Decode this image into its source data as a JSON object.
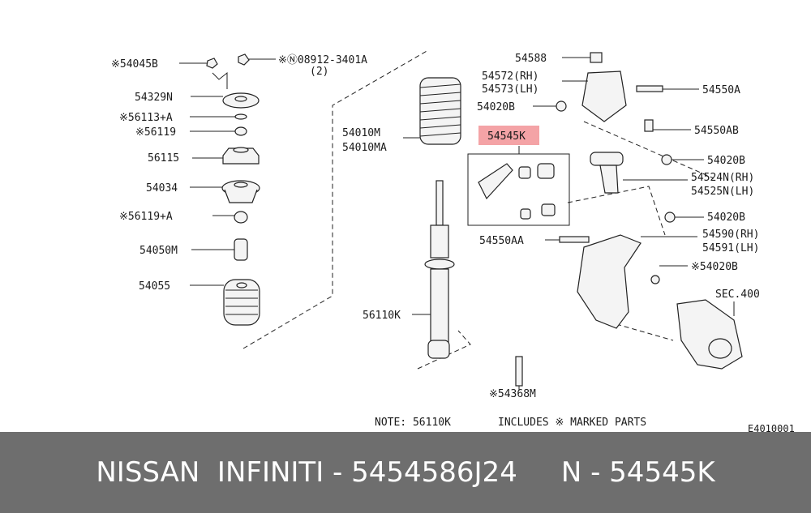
{
  "labels": {
    "p54045B": "※54045B",
    "p08912": "※Ⓝ08912-3401A",
    "p08912qty": "(2)",
    "p54329N": "54329N",
    "p56113A": "※56113+A",
    "p56119": "※56119",
    "p56115": "56115",
    "p54034": "54034",
    "p56119A": "※56119+A",
    "p54050M": "54050M",
    "p54055": "54055",
    "p54010M": "54010M",
    "p54010MA": "54010MA",
    "p56110K": "56110K",
    "p54545K": "54545K",
    "p54588": "54588",
    "p54572": "54572(RH)",
    "p54573": "54573(LH)",
    "p54020B_1": "54020B",
    "p54550A": "54550A",
    "p54550AB": "54550AB",
    "p54020B_2": "54020B",
    "p54524N": "54524N(RH)",
    "p54525N": "54525N(LH)",
    "p54020B_3": "54020B",
    "p54550AA": "54550AA",
    "p54590": "54590(RH)",
    "p54591": "54591(LH)",
    "p54020B_4": "※54020B",
    "pSEC400": "SEC.400",
    "p54368M": "※54368M"
  },
  "note_left": "NOTE: 56110K",
  "note_right": "INCLUDES ※ MARKED PARTS",
  "figure_code": "E4010001",
  "footer_text": "NISSAN  INFINITI - 5454586J24     N - 54545K",
  "colors": {
    "highlight": "#f4a3a6",
    "footer_bg": "#6e6e6e"
  }
}
